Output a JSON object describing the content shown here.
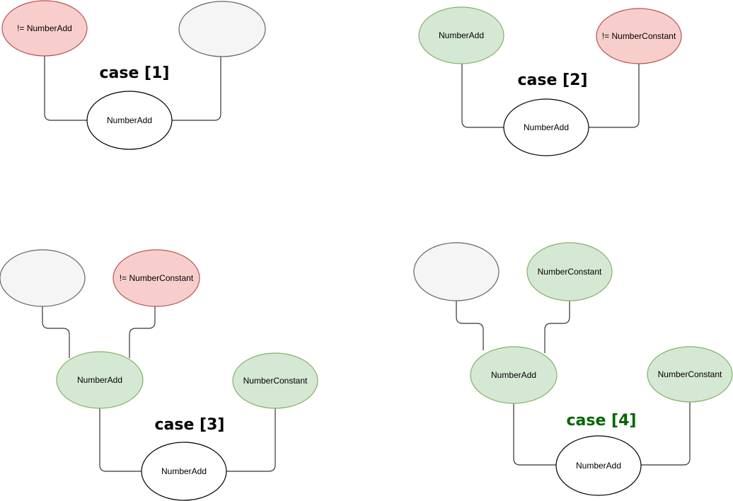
{
  "palette": {
    "mismatch_fill": "#f8cecc",
    "mismatch_stroke": "#b85450",
    "match_fill": "#d5e8d4",
    "match_stroke": "#82b366",
    "wildcard_fill": "#f5f5f5",
    "wildcard_stroke": "#666666",
    "root_fill": "#ffffff",
    "root_stroke": "#000000",
    "edge_color": "#333333",
    "title_color": "#000000",
    "title_color_case4": "#006600"
  },
  "cases": {
    "case1": {
      "title": "case [1]",
      "nodes": {
        "topLeft": "!= NumberAdd",
        "topRight": "",
        "root": "NumberAdd"
      }
    },
    "case2": {
      "title": "case [2]",
      "nodes": {
        "topLeft": "NumberAdd",
        "topRight": "!= NumberConstant",
        "root": "NumberAdd"
      }
    },
    "case3": {
      "title": "case [3]",
      "nodes": {
        "topLeft": "",
        "topRight": "!= NumberConstant",
        "mid": "NumberAdd",
        "right": "NumberConstant",
        "root": "NumberAdd"
      }
    },
    "case4": {
      "title": "case [4]",
      "nodes": {
        "topLeft": "",
        "topRight": "NumberConstant",
        "mid": "NumberAdd",
        "right": "NumberConstant",
        "root": "NumberAdd"
      }
    }
  }
}
